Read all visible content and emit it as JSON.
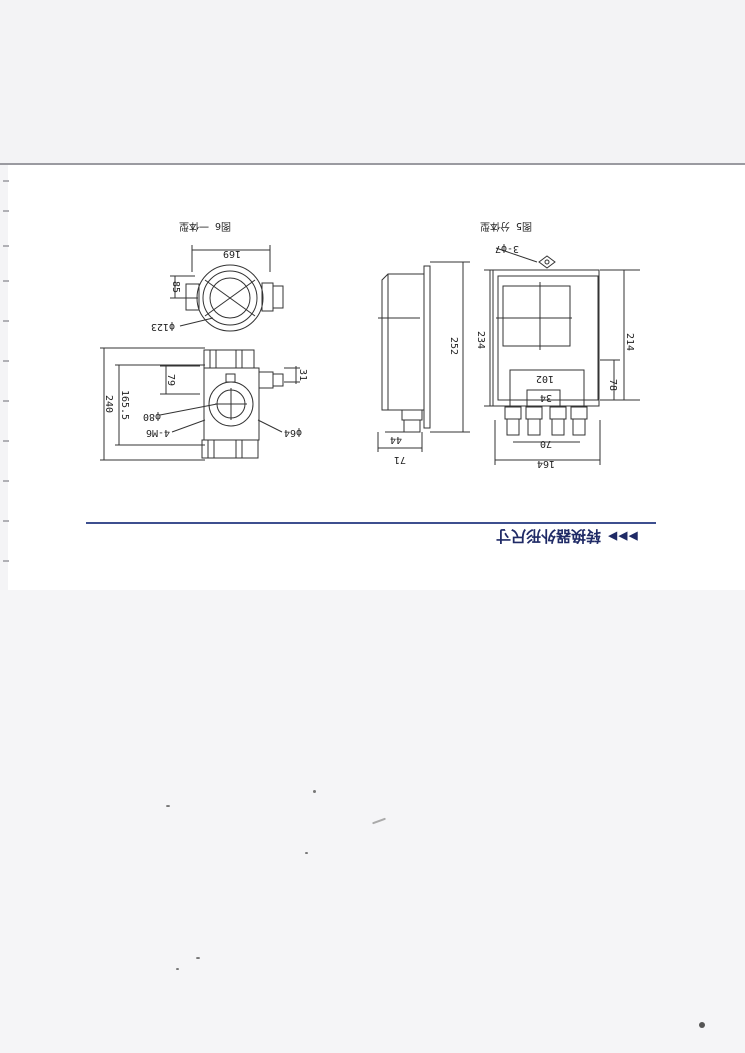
{
  "section": {
    "title": "转换器外形尺寸",
    "arrows": "▶▶▶"
  },
  "figure_integral": {
    "caption": "图6  一体型",
    "dims": {
      "width": "169",
      "h85": "85",
      "d123": "ϕ123",
      "d80": "ϕ80",
      "screws": "4-M6",
      "h79": "79",
      "h165": "165.5",
      "h240": "240",
      "w31": "31",
      "d64": "ϕ64"
    }
  },
  "figure_split": {
    "caption": "图5  分体型",
    "dims": {
      "holes": "3-ϕ7",
      "h252": "252",
      "d44": "44",
      "d71": "71",
      "h234": "234",
      "h214": "214",
      "w102": "102",
      "w34": "34",
      "h78": "78",
      "w70": "70",
      "w164": "164"
    }
  }
}
